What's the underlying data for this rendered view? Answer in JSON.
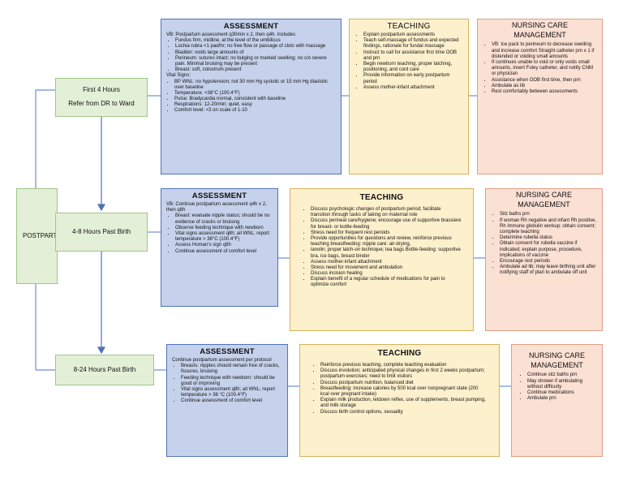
{
  "root": {
    "label": "POSTPARTUM PERIOD"
  },
  "stages": [
    {
      "label_lines": [
        "First 4 Hours",
        "Refer from DR to Ward"
      ]
    },
    {
      "label_lines": [
        "4-8 Hours Past Birth"
      ]
    },
    {
      "label_lines": [
        "8-24 Hours Past Birth"
      ]
    }
  ],
  "rows": [
    {
      "assessment": {
        "title": "ASSESSMENT",
        "intro": "VB: Postpartum assessment q30min x 2, then q4h. Includes",
        "items": [
          "Fundus firm, midline, at the level of the umbilicus",
          "Lochia rubra <1 pad/hr; no free flow or passage of clots with massage",
          "Bladder: voids large amounts of",
          "Perineum: sutures intact; no bulging or marked swelling; no c/o severe pain. Minimal bruising may be present",
          "Breast: soft, colostrum present"
        ],
        "subhead": "Vital Signs:",
        "subitems": [
          "BP WNL: no hypotension; not 30 mm Hg systolic or 15 mm Hg diastolic over baseline",
          "Temperature: <38°C (100.4°F)",
          "Pulse: Bradycardia normal, consistent with baseline",
          "Respirations: 12-20/min; quiet, easy",
          "Comfort level: <3 on scale of 1-10"
        ]
      },
      "teaching": {
        "title": "TEACHING",
        "items": [
          "Explain postpartum assessments",
          "Teach self-massage of fundus and expected findings, rationale for fundal massage",
          "Instruct to call for assistance first time OOB and prn",
          "Begin newborn teaching, proper latching, positioning, and cord care",
          "Provide information on early postpartum period",
          "Assess mother-infant attachment"
        ]
      },
      "nursing": {
        "title_lines": [
          "NURSING CARE",
          "MANAGEMENT"
        ],
        "items": [
          "VB: Ice pack to perineum to decrease swelling and increase comfort Straight catheter prn x 1 if distended or voiding small amounts",
          "If continues unable to void or only voids small amounts, insert Foley catheter, and notify CNM or physician",
          "Assistance when OOB first time, then prn",
          "Ambulate as lib",
          "Rest comfortably between assessments"
        ]
      }
    },
    {
      "assessment": {
        "title": "ASSESSMENT",
        "intro": "VB: Continue postpartum assessment q4h x 2, then q8h",
        "items": [
          "Breast: evaluate nipple status; should be no evidence of cracks or bruising",
          "Observe feeding technique with newborn",
          "Vital signs assessment q8h; all WNL; report temperature > 38°C (100.4°F)",
          "Assess Homan's sign q8h",
          "Continue assessment of comfort level"
        ]
      },
      "teaching": {
        "title": "TEACHING",
        "items": [
          "Discuss psychologic changes of postpartum period; facilitate transition through tasks of taking on maternal role",
          "Discuss perineal care/hygiene; encourage use of supportive brassiere for breast- or bottle-feeding",
          "Stress need for frequent rest periods",
          "Provide opportunities for questions and review, reinforce previous teaching breastfeeding: nipple care: air-drying,",
          "lanolin; proper latch-on technique; tea bags Bottle-feeding: supportive bra, ice bags, breast binder",
          "Assess mother-infant attachment",
          "Stress need for movement and ambulation",
          "Discuss incision healing",
          "Explain benefit of a regular schedule of medications for pain to optimize comfort"
        ]
      },
      "nursing": {
        "title_lines": [
          "NURSING CARE",
          "MANAGEMENT"
        ],
        "items": [
          "Sitz baths prn",
          "If woman Rh negative and infant Rh positive, Rh immune globulin workup; obtain consent; complete teaching",
          "Determine rubella status",
          "Obtain consent for rubella vaccine if indicated; explain purpose, procedure, implications of vaccine",
          "Encourage rest periods",
          "Ambulate ad lib; may leave birthing unit after notifying staff of plan to ambulate off unit"
        ]
      }
    },
    {
      "assessment": {
        "title": "ASSESSMENT",
        "intro": "Continue postpartum assessment per protocol",
        "items": [
          "Breasts: nipples should remain free of cracks, fissures, bruising",
          "Feeding technique with newborn: should be good or improving",
          "Vital signs assessment q8h; all WNL; report temperature > 38 °C (100.4°F)",
          "Continue assessment of comfort level"
        ]
      },
      "teaching": {
        "title": "TEACHING",
        "items": [
          "Reinforce previous teaching, complete teaching evaluation",
          "Discuss involution; anticipated physical changes in first 2 weeks postpartum; postpartum exercises; need to limit visitors",
          "Discuss postpartum nutrition, balanced diet",
          "Breastfeeding: increase calories by 500 kcal over nonpregnant state (200 kcal over pregnant intake)",
          "Explain milk production, letdown reflex, use of supplements, breast pumping, and milk storage",
          "Discuss birth control options, sexuality"
        ]
      },
      "nursing": {
        "title_lines": [
          "NURSING CARE",
          "MANAGEMENT"
        ],
        "items": [
          "Continue sitz baths prn",
          "May shower if ambulating without difficulty",
          "Continue medications",
          "Ambulate prn"
        ]
      }
    }
  ]
}
